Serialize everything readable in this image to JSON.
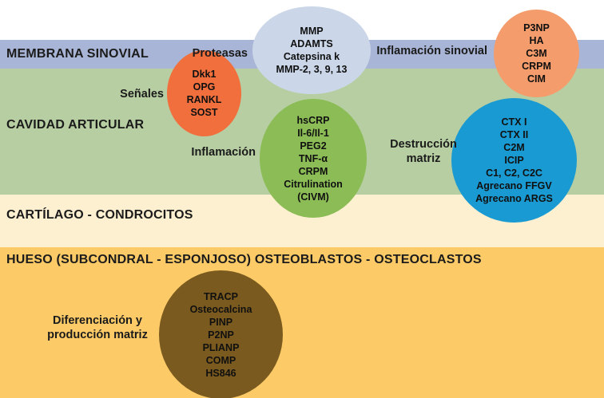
{
  "bands": [
    {
      "label": "MEMBRANA SINOVIAL",
      "color": "#a8b5d6"
    },
    {
      "label": "CAVIDAD ARTICULAR",
      "color": "#b7cea2"
    },
    {
      "label": "CARTÍLAGO - CONDROCITOS",
      "color": "#fdf0d1"
    },
    {
      "label": "HUESO (SUBCONDRAL - ESPONJOSO) OSTEOBLASTOS - OSTEOCLASTOS",
      "color": "#fcca67"
    }
  ],
  "groups": [
    {
      "label": "Proteasas",
      "color": "#cbd7e9",
      "items": [
        "MMP",
        "ADAMTS",
        "Catepsina k",
        "MMP-2, 3, 9, 13"
      ]
    },
    {
      "label": "Inflamación sinovial",
      "color": "#f49c6b",
      "items": [
        "P3NP",
        "HA",
        "C3M",
        "CRPM",
        "CIM"
      ]
    },
    {
      "label": "Señales",
      "color": "#f16f3c",
      "items": [
        "Dkk1",
        "OPG",
        "RANKL",
        "SOST"
      ]
    },
    {
      "label": "Inflamación",
      "color": "#8bbc55",
      "items": [
        "hsCRP",
        "Il-6/Il-1",
        "PEG2",
        "TNF-α",
        "CRPM",
        "Citrulination",
        "(CIVM)"
      ]
    },
    {
      "label": "Destrucción matriz",
      "color": "#1a9ad2",
      "items": [
        "CTX I",
        "CTX II",
        "C2M",
        "ICIP",
        "C1, C2, C2C",
        "Agrecano FFGV",
        "Agrecano ARGS"
      ]
    },
    {
      "label": "Diferenciación y producción matriz",
      "color": "#7a5a1e",
      "items": [
        "TRACP",
        "Osteocalcina",
        "PINP",
        "P2NP",
        "PLIANP",
        "COMP",
        "HS846"
      ]
    }
  ]
}
